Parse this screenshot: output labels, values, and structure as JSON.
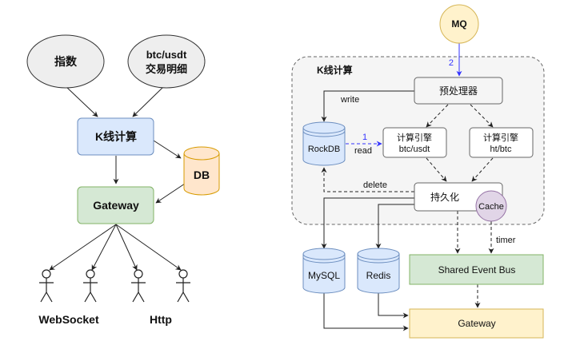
{
  "colors": {
    "ellipse_fill": "#eeeeee",
    "blue_fill": "#dae8fc",
    "blue_stroke": "#6c8ebf",
    "green_fill": "#d5e8d4",
    "green_stroke": "#82b366",
    "orange_fill": "#ffe6cc",
    "orange_stroke": "#d79b00",
    "yellow_fill": "#fff2cc",
    "yellow_stroke": "#d6b656",
    "purple_fill": "#e1d5e7",
    "purple_stroke": "#9673a6",
    "link_blue": "#3333ff"
  },
  "left": {
    "index_node": "指数",
    "trade_node_line1": "btc/usdt",
    "trade_node_line2": "交易明细",
    "kline_node": "K线计算",
    "db_node": "DB",
    "gateway_node": "Gateway",
    "websocket_label": "WebSocket",
    "http_label": "Http"
  },
  "right": {
    "mq_node": "MQ",
    "mq_edge_label": "2",
    "group_title": "K线计算",
    "preprocessor_node": "预处理器",
    "write_label": "write",
    "rocksdb_node": "RockDB",
    "read_edge_label": "1",
    "read_label": "read",
    "engine1_line1": "计算引擎",
    "engine1_line2": "btc/usdt",
    "engine2_line1": "计算引擎",
    "engine2_line2": "ht/btc",
    "delete_label": "delete",
    "persist_node": "持久化",
    "cache_node": "Cache",
    "timer_label": "timer",
    "mysql_node": "MySQL",
    "redis_node": "Redis",
    "event_bus_node": "Shared Event Bus",
    "gateway_node": "Gateway"
  }
}
